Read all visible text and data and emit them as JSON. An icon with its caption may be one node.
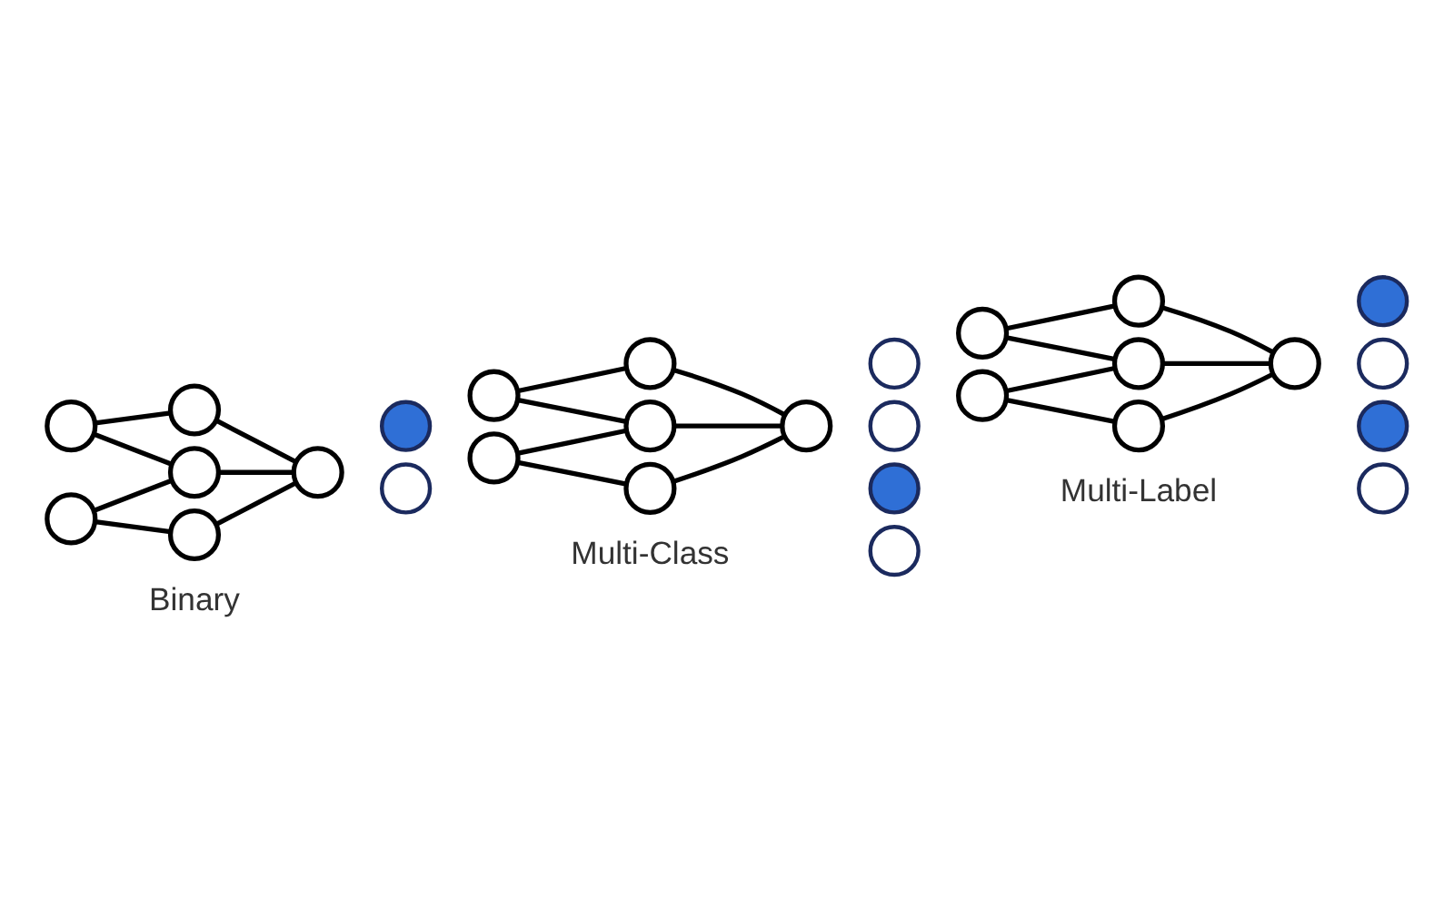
{
  "diagram": {
    "nodes": [
      {
        "text": [],
        "shape": "circle"
      },
      {
        "text": [],
        "shape": "circle"
      },
      {
        "text": [],
        "shape": "circle"
      },
      {
        "text": [],
        "shape": "circle"
      },
      {
        "text": [],
        "shape": "circle"
      },
      {
        "text": [],
        "shape": "circle"
      },
      {
        "text": [],
        "shape": "circle"
      },
      {
        "text": [],
        "shape": "circle"
      },
      {
        "text": [],
        "shape": "circle"
      },
      {
        "text": [],
        "shape": "circle"
      },
      {
        "text": [],
        "shape": "circle"
      },
      {
        "text": [],
        "shape": "circle"
      },
      {
        "text": [],
        "shape": "circle"
      },
      {
        "text": [],
        "shape": "circle"
      },
      {
        "text": [],
        "shape": "circle"
      },
      {
        "text": [],
        "shape": "circle"
      },
      {
        "text": [],
        "shape": "circle"
      },
      {
        "text": [],
        "shape": "circle"
      },
      {
        "text": [],
        "shape": "circle"
      },
      {
        "text": [],
        "shape": "circle"
      },
      {
        "text": [],
        "shape": "circle"
      },
      {
        "text": [],
        "shape": "circle"
      },
      {
        "text": [],
        "shape": "circle"
      },
      {
        "text": [],
        "shape": "circle"
      },
      {
        "text": [],
        "shape": "circle"
      },
      {
        "text": [],
        "shape": "circle"
      },
      {
        "text": [],
        "shape": "circle"
      },
      {
        "text": [],
        "shape": "circle"
      }
    ],
    "edges": [
      {
        "from": 0,
        "to": 2,
        "arrow": "none"
      },
      {
        "from": 0,
        "to": 3,
        "arrow": "none"
      },
      {
        "from": 1,
        "to": 3,
        "arrow": "none"
      },
      {
        "from": 1,
        "to": 4,
        "arrow": "none"
      },
      {
        "from": 2,
        "to": 5,
        "arrow": "none"
      },
      {
        "from": 3,
        "to": 5,
        "arrow": "none"
      },
      {
        "from": 4,
        "to": 5,
        "arrow": "none"
      },
      {
        "from": 8,
        "to": 10,
        "arrow": "none"
      },
      {
        "from": 8,
        "to": 11,
        "arrow": "none"
      },
      {
        "from": 9,
        "to": 11,
        "arrow": "none"
      },
      {
        "from": 9,
        "to": 12,
        "arrow": "none"
      },
      {
        "from": 10,
        "to": 13,
        "arrow": "none"
      },
      {
        "from": 11,
        "to": 13,
        "arrow": "none"
      },
      {
        "from": 12,
        "to": 13,
        "arrow": "none"
      },
      {
        "from": 18,
        "to": 20,
        "arrow": "none"
      },
      {
        "from": 18,
        "to": 21,
        "arrow": "none"
      },
      {
        "from": 19,
        "to": 21,
        "arrow": "none"
      },
      {
        "from": 19,
        "to": 22,
        "arrow": "none"
      },
      {
        "from": 20,
        "to": 23,
        "arrow": "none"
      },
      {
        "from": 21,
        "to": 23,
        "arrow": "none"
      },
      {
        "from": 22,
        "to": 23,
        "arrow": "none"
      }
    ],
    "labels": [
      "Binary",
      "Multi-Class",
      "Multi-Label"
    ]
  }
}
